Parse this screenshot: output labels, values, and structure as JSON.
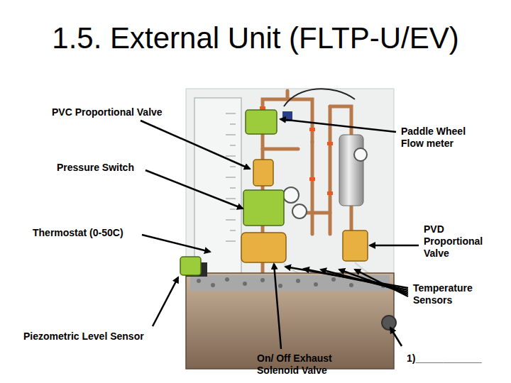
{
  "diagram": {
    "title": "1.5. External Unit (FLTP-U/EV)",
    "labels": [
      "PVC Proportional Valve",
      "Paddle Wheel Flow meter",
      "Pressure Switch",
      "Thermostat (0-50C)",
      "PVD Proportional Valve",
      "Temperature Sensors",
      "Piezometric Level Sensor",
      "On/ Off Exhaust Solenoid Valve",
      "1)____________"
    ]
  }
}
